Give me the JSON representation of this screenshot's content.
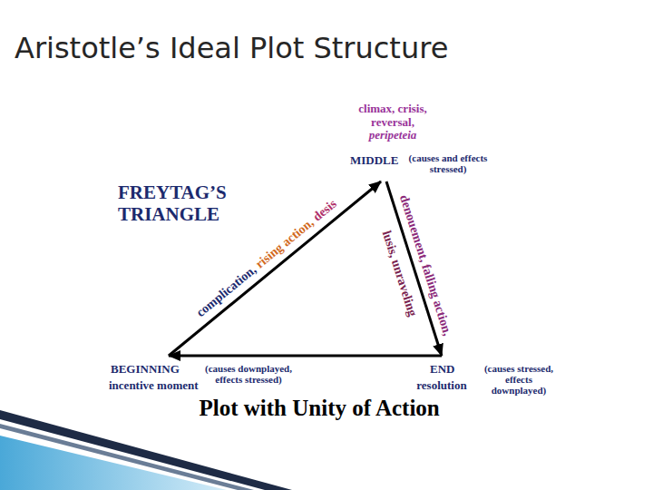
{
  "diagram": {
    "title": "Aristotle’s Ideal Plot Structure",
    "caption": "Plot with Unity of Action",
    "nodes": [
      {
        "text": [
          "BEGINNING",
          "incentive moment",
          "(causes downplayed, effects stressed)"
        ]
      },
      {
        "text": [
          "climax, crisis, reversal,",
          "peripeteia",
          "MIDDLE",
          "(causes and effects stressed)"
        ]
      },
      {
        "text": [
          "END",
          "resolution",
          "(causes stressed, effects downplayed)"
        ]
      }
    ],
    "edges": [
      {
        "from": 0,
        "to": 1,
        "arrow": "to"
      },
      {
        "from": 1,
        "to": 2,
        "arrow": "to"
      },
      {
        "from": 2,
        "to": 0,
        "arrow": "to"
      }
    ],
    "labels": [
      "FREYTAG’S TRIANGLE",
      "complication,",
      "rising action,",
      "desis",
      "denouement, falling action,",
      "lusis, unraveling"
    ]
  }
}
